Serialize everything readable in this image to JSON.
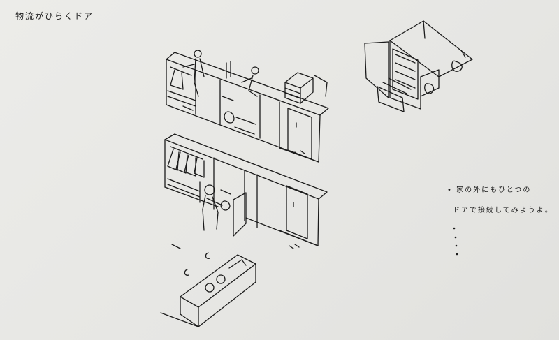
{
  "title": "物流がひらくドア",
  "note": {
    "bullet": "•",
    "line1": "家の外にもひとつの",
    "line2": "ドアで接続してみようよ。"
  },
  "ink_color": "#1b1b1b"
}
